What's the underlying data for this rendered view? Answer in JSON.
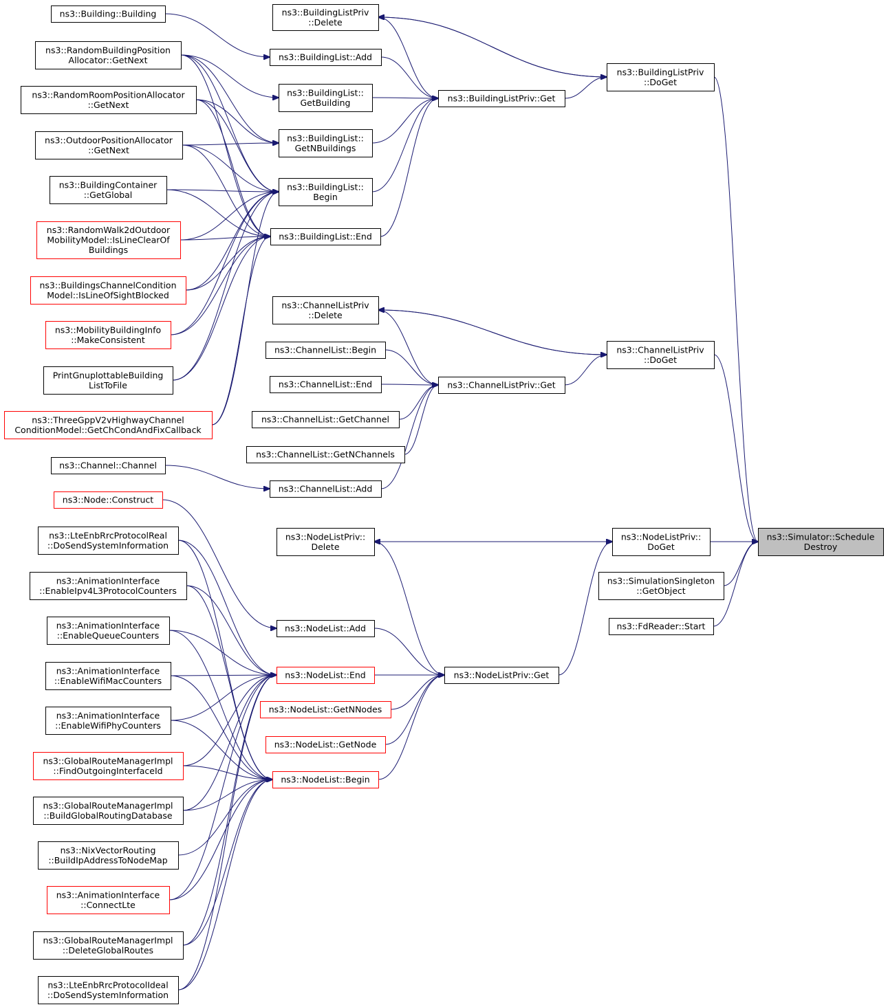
{
  "nodes": {
    "root": {
      "lines": [
        "ns3::Simulator::Schedule",
        "Destroy"
      ],
      "style": "root"
    },
    "blp_doget": {
      "lines": [
        "ns3::BuildingListPriv",
        "::DoGet"
      ],
      "style": "normal"
    },
    "blp_delete": {
      "lines": [
        "ns3::BuildingListPriv",
        "::Delete"
      ],
      "style": "normal"
    },
    "blp_get": {
      "lines": [
        "ns3::BuildingListPriv::Get"
      ],
      "style": "normal"
    },
    "bl_add": {
      "lines": [
        "ns3::BuildingList::Add"
      ],
      "style": "normal"
    },
    "bl_getbuilding": {
      "lines": [
        "ns3::BuildingList::",
        "GetBuilding"
      ],
      "style": "normal"
    },
    "bl_getnbuildings": {
      "lines": [
        "ns3::BuildingList::",
        "GetNBuildings"
      ],
      "style": "normal"
    },
    "bl_begin": {
      "lines": [
        "ns3::BuildingList::",
        "Begin"
      ],
      "style": "normal"
    },
    "bl_end": {
      "lines": [
        "ns3::BuildingList::End"
      ],
      "style": "normal"
    },
    "building_ctor": {
      "lines": [
        "ns3::Building::Building"
      ],
      "style": "normal"
    },
    "rbpa": {
      "lines": [
        "ns3::RandomBuildingPosition",
        "Allocator::GetNext"
      ],
      "style": "normal"
    },
    "rrpa": {
      "lines": [
        "ns3::RandomRoomPositionAllocator",
        "::GetNext"
      ],
      "style": "normal"
    },
    "opa": {
      "lines": [
        "ns3::OutdoorPositionAllocator",
        "::GetNext"
      ],
      "style": "normal"
    },
    "bc_global": {
      "lines": [
        "ns3::BuildingContainer",
        "::GetGlobal"
      ],
      "style": "normal"
    },
    "rw2d": {
      "lines": [
        "ns3::RandomWalk2dOutdoor",
        "MobilityModel::IsLineClearOf",
        "Buildings"
      ],
      "style": "red"
    },
    "bcc": {
      "lines": [
        "ns3::BuildingsChannelCondition",
        "Model::IsLineOfSightBlocked"
      ],
      "style": "red"
    },
    "mbi": {
      "lines": [
        "ns3::MobilityBuildingInfo",
        "::MakeConsistent"
      ],
      "style": "red"
    },
    "pgb": {
      "lines": [
        "PrintGnuplottableBuilding",
        "ListToFile"
      ],
      "style": "normal"
    },
    "tgpp": {
      "lines": [
        "ns3::ThreeGppV2vHighwayChannel",
        "ConditionModel::GetChCondAndFixCallback"
      ],
      "style": "red"
    },
    "clp_doget": {
      "lines": [
        "ns3::ChannelListPriv",
        "::DoGet"
      ],
      "style": "normal"
    },
    "clp_delete": {
      "lines": [
        "ns3::ChannelListPriv",
        "::Delete"
      ],
      "style": "normal"
    },
    "clp_get": {
      "lines": [
        "ns3::ChannelListPriv::Get"
      ],
      "style": "normal"
    },
    "cl_begin": {
      "lines": [
        "ns3::ChannelList::Begin"
      ],
      "style": "normal"
    },
    "cl_end": {
      "lines": [
        "ns3::ChannelList::End"
      ],
      "style": "normal"
    },
    "cl_getchannel": {
      "lines": [
        "ns3::ChannelList::GetChannel"
      ],
      "style": "normal"
    },
    "cl_getnchannels": {
      "lines": [
        "ns3::ChannelList::GetNChannels"
      ],
      "style": "normal"
    },
    "cl_add": {
      "lines": [
        "ns3::ChannelList::Add"
      ],
      "style": "normal"
    },
    "channel_ctor": {
      "lines": [
        "ns3::Channel::Channel"
      ],
      "style": "normal"
    },
    "nlp_doget": {
      "lines": [
        "ns3::NodeListPriv::",
        "DoGet"
      ],
      "style": "normal"
    },
    "nlp_delete": {
      "lines": [
        "ns3::NodeListPriv::",
        "Delete"
      ],
      "style": "normal"
    },
    "nlp_get": {
      "lines": [
        "ns3::NodeListPriv::Get"
      ],
      "style": "normal"
    },
    "nl_add": {
      "lines": [
        "ns3::NodeList::Add"
      ],
      "style": "normal"
    },
    "nl_end": {
      "lines": [
        "ns3::NodeList::End"
      ],
      "style": "red"
    },
    "nl_getnnodes": {
      "lines": [
        "ns3::NodeList::GetNNodes"
      ],
      "style": "red"
    },
    "nl_getnode": {
      "lines": [
        "ns3::NodeList::GetNode"
      ],
      "style": "red"
    },
    "nl_begin": {
      "lines": [
        "ns3::NodeList::Begin"
      ],
      "style": "red"
    },
    "node_construct": {
      "lines": [
        "ns3::Node::Construct"
      ],
      "style": "red"
    },
    "sim_singleton": {
      "lines": [
        "ns3::SimulationSingleton",
        "::GetObject"
      ],
      "style": "normal"
    },
    "fdreader": {
      "lines": [
        "ns3::FdReader::Start"
      ],
      "style": "normal"
    },
    "lte_real": {
      "lines": [
        "ns3::LteEnbRrcProtocolReal",
        "::DoSendSystemInformation"
      ],
      "style": "normal"
    },
    "ai_ipv4": {
      "lines": [
        "ns3::AnimationInterface",
        "::EnableIpv4L3ProtocolCounters"
      ],
      "style": "normal"
    },
    "ai_queue": {
      "lines": [
        "ns3::AnimationInterface",
        "::EnableQueueCounters"
      ],
      "style": "normal"
    },
    "ai_wifimac": {
      "lines": [
        "ns3::AnimationInterface",
        "::EnableWifiMacCounters"
      ],
      "style": "normal"
    },
    "ai_wifiphy": {
      "lines": [
        "ns3::AnimationInterface",
        "::EnableWifiPhyCounters"
      ],
      "style": "normal"
    },
    "grm_find": {
      "lines": [
        "ns3::GlobalRouteManagerImpl",
        "::FindOutgoingInterfaceId"
      ],
      "style": "red"
    },
    "grm_build": {
      "lines": [
        "ns3::GlobalRouteManagerImpl",
        "::BuildGlobalRoutingDatabase"
      ],
      "style": "normal"
    },
    "nix": {
      "lines": [
        "ns3::NixVectorRouting",
        "::BuildIpAddressToNodeMap"
      ],
      "style": "normal"
    },
    "ai_lte": {
      "lines": [
        "ns3::AnimationInterface",
        "::ConnectLte"
      ],
      "style": "red"
    },
    "grm_delete": {
      "lines": [
        "ns3::GlobalRouteManagerImpl",
        "::DeleteGlobalRoutes"
      ],
      "style": "normal"
    },
    "lte_ideal": {
      "lines": [
        "ns3::LteEnbRrcProtocolIdeal",
        "::DoSendSystemInformation"
      ],
      "style": "normal"
    }
  },
  "edges": [
    [
      "blp_doget",
      "root"
    ],
    [
      "clp_doget",
      "root"
    ],
    [
      "nlp_doget",
      "root"
    ],
    [
      "sim_singleton",
      "root"
    ],
    [
      "fdreader",
      "root"
    ],
    [
      "blp_delete",
      "blp_doget"
    ],
    [
      "blp_get",
      "blp_doget"
    ],
    [
      "blp_doget",
      "blp_delete"
    ],
    [
      "blp_get",
      "blp_delete"
    ],
    [
      "bl_add",
      "blp_get"
    ],
    [
      "bl_getbuilding",
      "blp_get"
    ],
    [
      "bl_getnbuildings",
      "blp_get"
    ],
    [
      "bl_begin",
      "blp_get"
    ],
    [
      "bl_end",
      "blp_get"
    ],
    [
      "building_ctor",
      "bl_add"
    ],
    [
      "rbpa",
      "bl_getbuilding"
    ],
    [
      "rbpa",
      "bl_getnbuildings"
    ],
    [
      "rbpa",
      "bl_begin"
    ],
    [
      "rbpa",
      "bl_end"
    ],
    [
      "rrpa",
      "bl_getnbuildings"
    ],
    [
      "rrpa",
      "bl_begin"
    ],
    [
      "rrpa",
      "bl_end"
    ],
    [
      "opa",
      "bl_getnbuildings"
    ],
    [
      "opa",
      "bl_begin"
    ],
    [
      "opa",
      "bl_end"
    ],
    [
      "bc_global",
      "bl_begin"
    ],
    [
      "bc_global",
      "bl_end"
    ],
    [
      "rw2d",
      "bl_begin"
    ],
    [
      "rw2d",
      "bl_end"
    ],
    [
      "bcc",
      "bl_begin"
    ],
    [
      "bcc",
      "bl_end"
    ],
    [
      "mbi",
      "bl_begin"
    ],
    [
      "mbi",
      "bl_end"
    ],
    [
      "pgb",
      "bl_begin"
    ],
    [
      "pgb",
      "bl_end"
    ],
    [
      "tgpp",
      "bl_begin"
    ],
    [
      "tgpp",
      "bl_end"
    ],
    [
      "clp_delete",
      "clp_doget"
    ],
    [
      "clp_get",
      "clp_doget"
    ],
    [
      "clp_doget",
      "clp_delete"
    ],
    [
      "clp_get",
      "clp_delete"
    ],
    [
      "cl_begin",
      "clp_get"
    ],
    [
      "cl_end",
      "clp_get"
    ],
    [
      "cl_getchannel",
      "clp_get"
    ],
    [
      "cl_getnchannels",
      "clp_get"
    ],
    [
      "cl_add",
      "clp_get"
    ],
    [
      "channel_ctor",
      "cl_add"
    ],
    [
      "nlp_delete",
      "nlp_doget"
    ],
    [
      "nlp_get",
      "nlp_doget"
    ],
    [
      "nlp_doget",
      "nlp_delete"
    ],
    [
      "nlp_get",
      "nlp_delete"
    ],
    [
      "nl_add",
      "nlp_get"
    ],
    [
      "nl_end",
      "nlp_get"
    ],
    [
      "nl_getnnodes",
      "nlp_get"
    ],
    [
      "nl_getnode",
      "nlp_get"
    ],
    [
      "nl_begin",
      "nlp_get"
    ],
    [
      "node_construct",
      "nl_add"
    ],
    [
      "lte_real",
      "nl_end"
    ],
    [
      "lte_real",
      "nl_begin"
    ],
    [
      "ai_ipv4",
      "nl_end"
    ],
    [
      "ai_ipv4",
      "nl_begin"
    ],
    [
      "ai_queue",
      "nl_end"
    ],
    [
      "ai_queue",
      "nl_begin"
    ],
    [
      "ai_wifimac",
      "nl_end"
    ],
    [
      "ai_wifimac",
      "nl_begin"
    ],
    [
      "ai_wifiphy",
      "nl_end"
    ],
    [
      "ai_wifiphy",
      "nl_begin"
    ],
    [
      "grm_find",
      "nl_end"
    ],
    [
      "grm_find",
      "nl_begin"
    ],
    [
      "grm_build",
      "nl_end"
    ],
    [
      "grm_build",
      "nl_begin"
    ],
    [
      "nix",
      "nl_begin"
    ],
    [
      "ai_lte",
      "nl_end"
    ],
    [
      "ai_lte",
      "nl_begin"
    ],
    [
      "grm_delete",
      "nl_end"
    ],
    [
      "grm_delete",
      "nl_begin"
    ],
    [
      "lte_ideal",
      "nl_end"
    ],
    [
      "lte_ideal",
      "nl_begin"
    ]
  ]
}
